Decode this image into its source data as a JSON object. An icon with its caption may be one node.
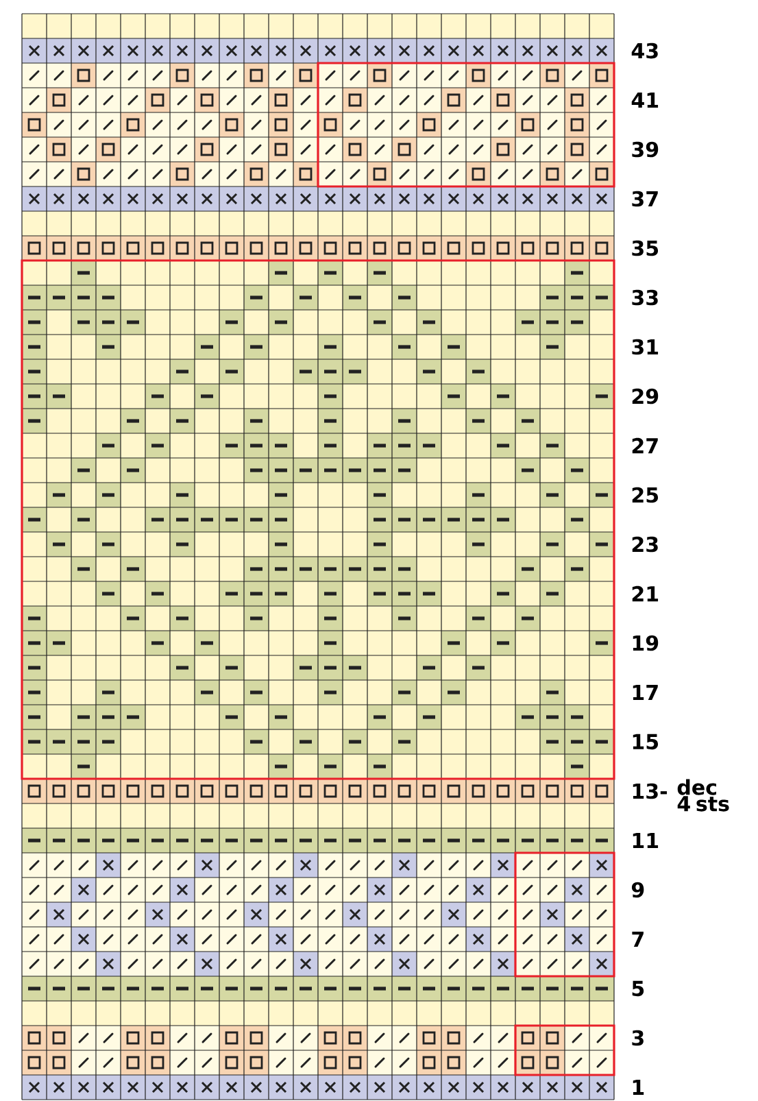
{
  "diagram": {
    "labels": [
      "43",
      "41",
      "39",
      "37",
      "35",
      "33",
      "31",
      "29",
      "27",
      "25",
      "23",
      "21",
      "19",
      "17",
      "15",
      "13-",
      "dec 4 sts",
      "11",
      "9",
      "7",
      "5",
      "3",
      "1"
    ]
  }
}
